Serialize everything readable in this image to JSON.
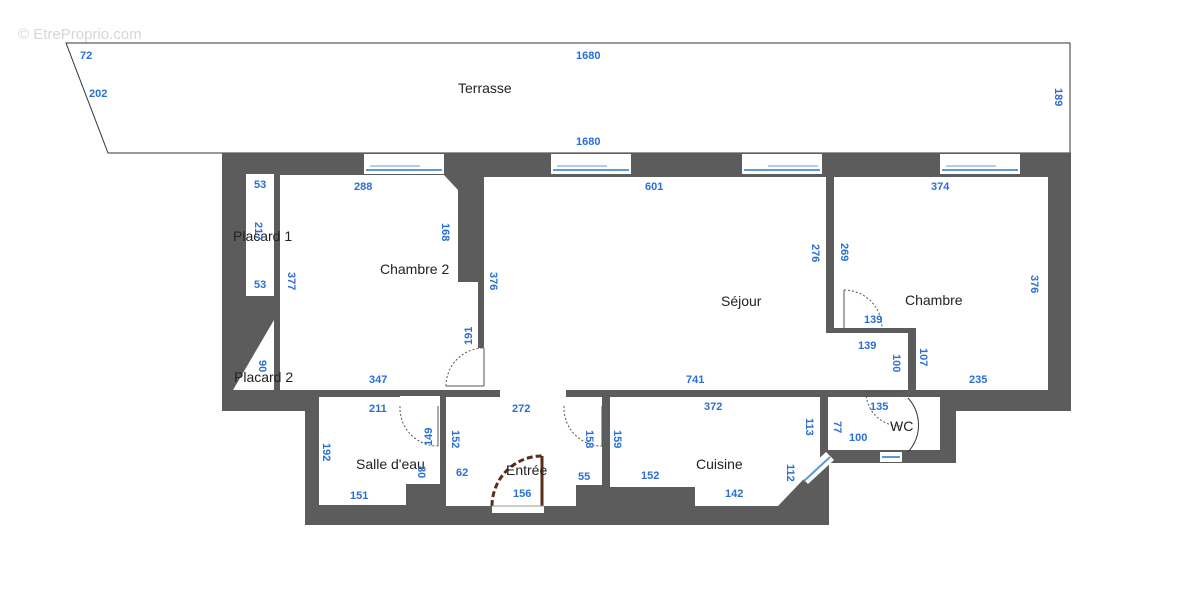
{
  "watermark": "© EtreProprio.com",
  "colors": {
    "wall": "#5c5c5c",
    "dimension": "#2a6fd6",
    "window": "#5b9bd5",
    "entrance_door": "#5a2e1a"
  },
  "rooms": {
    "terrasse": "Terrasse",
    "chambre2": "Chambre 2",
    "sejour": "Séjour",
    "chambre": "Chambre",
    "placard1": "Placard 1",
    "placard2": "Placard 2",
    "salle_eau": "Salle d'eau",
    "entree": "Entrée",
    "cuisine": "Cuisine",
    "wc": "WC"
  },
  "dimensions": {
    "terr_top": "1680",
    "terr_bottom": "1680",
    "terr_left_top": "72",
    "terr_left": "202",
    "terr_right": "189",
    "pl1_top": "53",
    "pl1_mid": "217",
    "pl1_bottom": "53",
    "pl2": "90",
    "c2_top": "288",
    "c2_right_top": "168",
    "c2_left": "377",
    "c2_right": "191",
    "c2_bottom": "347",
    "sej_top": "601",
    "sej_left": "376",
    "sej_right": "276",
    "sej_bottom": "741",
    "ch_top": "374",
    "ch_left": "269",
    "ch_right": "376",
    "ch_step1": "139",
    "ch_step2": "139",
    "ch_100": "100",
    "ch_107": "107",
    "ch_bottom": "235",
    "se_top": "211",
    "se_left": "192",
    "se_right": "149",
    "se_80": "80",
    "se_bottom": "151",
    "ent_top": "272",
    "ent_left": "152",
    "ent_right": "158",
    "ent_62": "62",
    "ent_55": "55",
    "ent_bottom": "156",
    "cui_top": "372",
    "cui_left": "159",
    "cui_right": "113",
    "cui_diag": "112",
    "cui_152": "152",
    "cui_bottom": "142",
    "wc_top": "135",
    "wc_left": "77",
    "wc_bottom": "100"
  }
}
